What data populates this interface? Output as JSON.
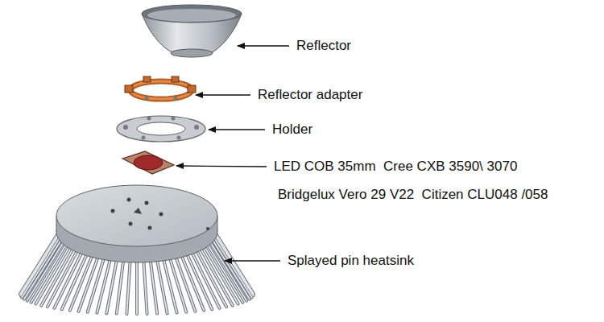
{
  "diagram": {
    "labels": [
      "Reflector",
      "Reflector adapter",
      "Holder",
      "LED COB 35mm  Cree CXB 3590\\ 3070",
      "Bridgelux Vero 29 V22  Citizen CLU048 /058",
      "Splayed pin heatsink"
    ]
  }
}
